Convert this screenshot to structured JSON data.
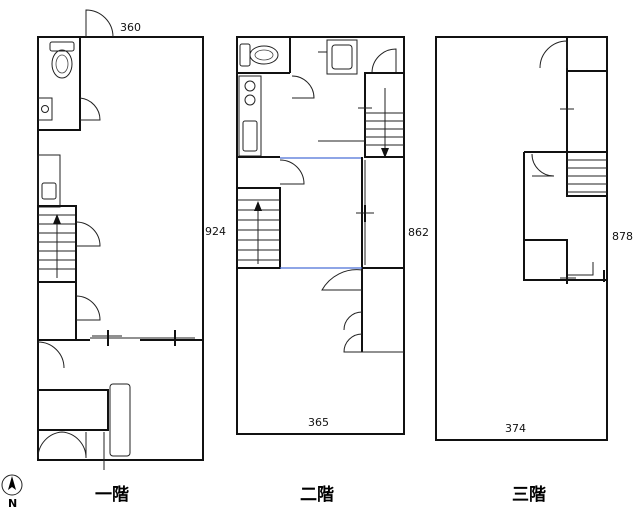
{
  "dimensions": {
    "f1_width": "360",
    "f1_depth": "924",
    "f2_depth": "862",
    "f2_width": "365",
    "f3_depth": "878",
    "f3_width": "374"
  },
  "floor_labels": {
    "f1": "一階",
    "f2": "二階",
    "f3": "三階"
  },
  "compass": {
    "label": "N"
  },
  "icons": [
    "north-arrow-icon",
    "toilet-icon",
    "sink-icon",
    "stove-icon",
    "bathtub-icon",
    "stair-arrow-icon"
  ]
}
